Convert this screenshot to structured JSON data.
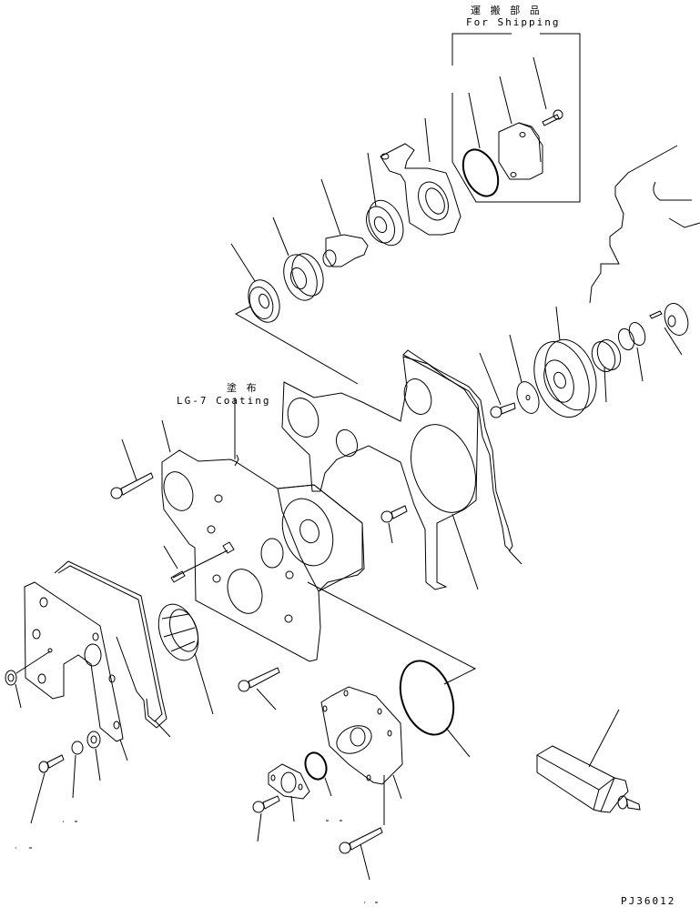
{
  "diagram": {
    "type": "exploded parts diagram",
    "subject": "Engine front timing gear cover assembly",
    "colors": {
      "line": "#000000",
      "background": "#ffffff"
    }
  },
  "annotations": {
    "shipping_jp": "運 搬 部 品",
    "shipping_en": "For Shipping",
    "coating_jp": "塗 布",
    "coating_en": "LG-7 Coating"
  },
  "drawing_id": "PJ36012",
  "parts": [
    {
      "id": "bearing-upper",
      "desc": "Ball bearing (idler)"
    },
    {
      "id": "gear-upper",
      "desc": "Idler gear"
    },
    {
      "id": "shaft-upper",
      "desc": "Idler shaft"
    },
    {
      "id": "bearing-upper-2",
      "desc": "Ball bearing"
    },
    {
      "id": "bracket",
      "desc": "Bracket / housing"
    },
    {
      "id": "o-ring-shipping",
      "desc": "O-ring (for shipping)"
    },
    {
      "id": "cover-shipping",
      "desc": "Cover plate (for shipping)"
    },
    {
      "id": "bolt-shipping",
      "desc": "Bolt (for shipping)"
    },
    {
      "id": "gasket-upper",
      "desc": "Gasket"
    },
    {
      "id": "plate",
      "desc": "Front plate"
    },
    {
      "id": "gear-right",
      "desc": "Timing gear"
    },
    {
      "id": "washer-right",
      "desc": "Thrust washer"
    },
    {
      "id": "bolt-right",
      "desc": "Bolt"
    },
    {
      "id": "bushing-right",
      "desc": "Bushing"
    },
    {
      "id": "hub-right",
      "desc": "Hub"
    },
    {
      "id": "pin-right",
      "desc": "Pin / washer"
    },
    {
      "id": "front-cover",
      "desc": "Front cover"
    },
    {
      "id": "dowel",
      "desc": "Dowel pin"
    },
    {
      "id": "oil-seal",
      "desc": "Oil seal"
    },
    {
      "id": "gasket-left",
      "desc": "Gasket"
    },
    {
      "id": "cover-plate-left",
      "desc": "Cover plate"
    },
    {
      "id": "pump-cover",
      "desc": "Pump cover"
    },
    {
      "id": "o-ring-large",
      "desc": "O-ring"
    },
    {
      "id": "o-ring-small",
      "desc": "O-ring"
    },
    {
      "id": "flange",
      "desc": "Flange"
    },
    {
      "id": "tool",
      "desc": "Installation tool"
    }
  ]
}
